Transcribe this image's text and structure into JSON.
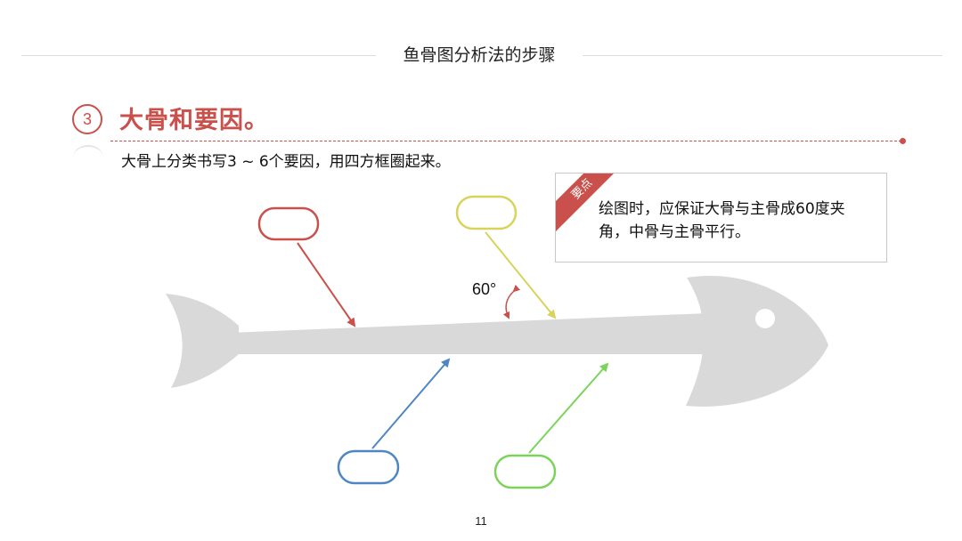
{
  "header": {
    "title": "鱼骨图分析法的步骤"
  },
  "step": {
    "number": "3",
    "heading": "大骨和要因。",
    "description": "大骨上分类书写3 ~ 6个要因，用四方框圈起来。"
  },
  "tip": {
    "badge": "要点",
    "text": "绘图时，应保证大骨与主骨成60度夹角，中骨与主骨平行。"
  },
  "diagram": {
    "angle_label": "60°",
    "box_colors": {
      "top_left": "#c9504b",
      "top_right": "#d8d35a",
      "bottom_left": "#4e86c4",
      "bottom_right": "#7bd45a"
    },
    "fish_color": "#d9d9d9",
    "accent_color": "#c9504b"
  },
  "footer": {
    "page_number": "11"
  }
}
